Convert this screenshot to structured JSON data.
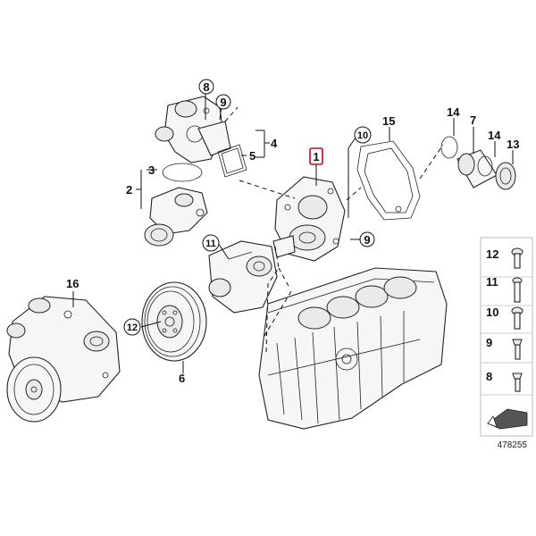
{
  "callouts": {
    "c1": "1",
    "c2": "2",
    "c3": "3",
    "c4": "4",
    "c5": "5",
    "c6": "6",
    "c7": "7",
    "c8_top": "8",
    "c9_top": "9",
    "c9_mid": "9",
    "c10": "10",
    "c11": "11",
    "c12": "12",
    "c13": "13",
    "c14a": "14",
    "c14b": "14",
    "c15": "15",
    "c16": "16"
  },
  "legend": {
    "items": [
      {
        "label": "12"
      },
      {
        "label": "11"
      },
      {
        "label": "10"
      },
      {
        "label": "9"
      },
      {
        "label": "8"
      }
    ]
  },
  "reference_number": "478255",
  "highlight_color": "#d0021b"
}
